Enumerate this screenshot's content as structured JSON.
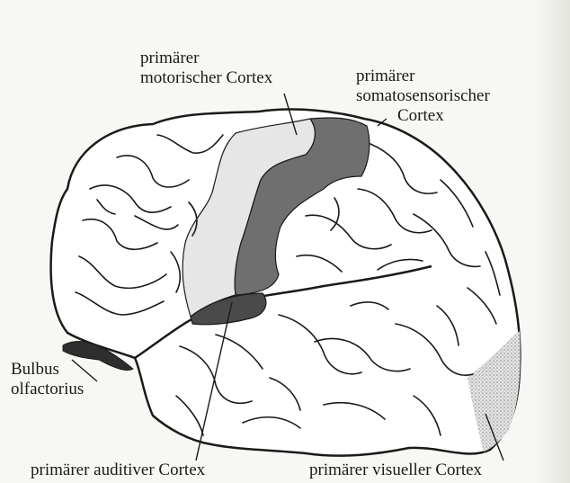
{
  "labels": {
    "motor_line1": "primärer",
    "motor_line2": "motorischer Cortex",
    "somato_line1": "primärer",
    "somato_line2": "somatosensorischer",
    "somato_line3": "Cortex",
    "bulbus_line1": "Bulbus",
    "bulbus_line2": "olfactorius",
    "auditory": "primärer auditiver Cortex",
    "visual": "primärer visueller Cortex"
  },
  "colors": {
    "background": "#f7f7f4",
    "outline": "#1a1a1a",
    "brain_fill": "#ffffff",
    "motor_cortex": "#e6e6e6",
    "somatosensory_cortex": "#6f6f6f",
    "auditory_cortex": "#4a4a4a",
    "visual_cortex": "#d9d9d9",
    "bulbus": "#2e2e2e"
  }
}
